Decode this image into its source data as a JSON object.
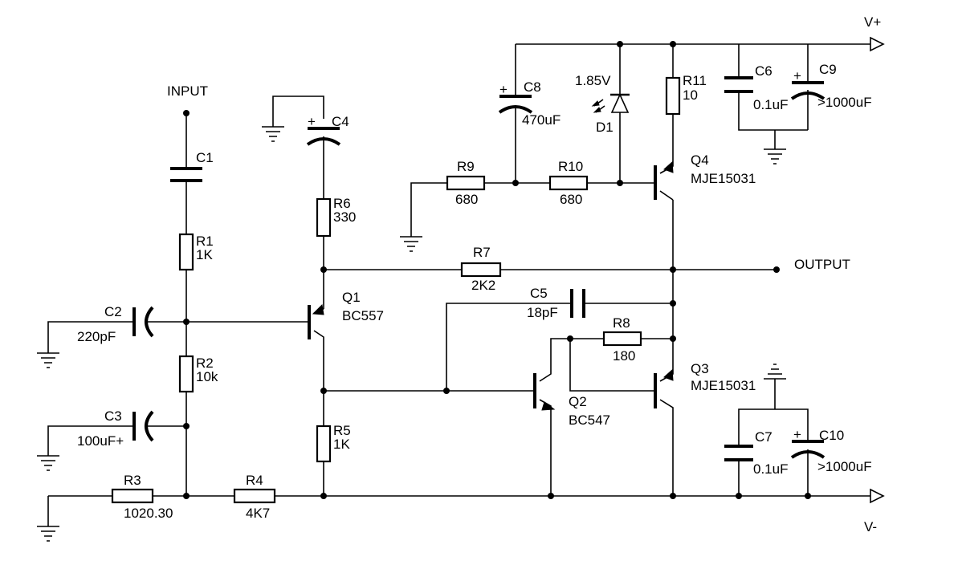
{
  "title": "",
  "nets": {
    "input": "INPUT",
    "output": "OUTPUT",
    "vplus": "V+",
    "vminus": "V-"
  },
  "components": {
    "C1": {
      "ref": "C1",
      "value": ""
    },
    "R1": {
      "ref": "R1",
      "value": "1K"
    },
    "C2": {
      "ref": "C2",
      "value": "220pF"
    },
    "R2": {
      "ref": "R2",
      "value": "10k"
    },
    "C3": {
      "ref": "C3",
      "value": "100uF+"
    },
    "R3": {
      "ref": "R3",
      "value": "1020.30"
    },
    "R4": {
      "ref": "R4",
      "value": "4K7"
    },
    "C4": {
      "ref": "C4",
      "value": ""
    },
    "R6": {
      "ref": "R6",
      "value": "330"
    },
    "R5": {
      "ref": "R5",
      "value": "1K"
    },
    "Q1": {
      "ref": "Q1",
      "value": "BC557"
    },
    "R7": {
      "ref": "R7",
      "value": "2K2"
    },
    "C5": {
      "ref": "C5",
      "value": "18pF"
    },
    "R8": {
      "ref": "R8",
      "value": "180"
    },
    "Q2": {
      "ref": "Q2",
      "value": "BC547"
    },
    "Q3": {
      "ref": "Q3",
      "value": "MJE15031"
    },
    "R9": {
      "ref": "R9",
      "value": "680"
    },
    "R10": {
      "ref": "R10",
      "value": "680"
    },
    "C8": {
      "ref": "C8",
      "value": "470uF"
    },
    "D1": {
      "ref": "D1",
      "value": "1.85V"
    },
    "R11": {
      "ref": "R11",
      "value": "10"
    },
    "Q4": {
      "ref": "Q4",
      "value": "MJE15031"
    },
    "C6": {
      "ref": "C6",
      "value": "0.1uF"
    },
    "C9": {
      "ref": "C9",
      "value": ">1000uF"
    },
    "C7": {
      "ref": "C7",
      "value": "0.1uF"
    },
    "C10": {
      "ref": "C10",
      "value": ">1000uF"
    }
  },
  "polarity_mark": "+"
}
